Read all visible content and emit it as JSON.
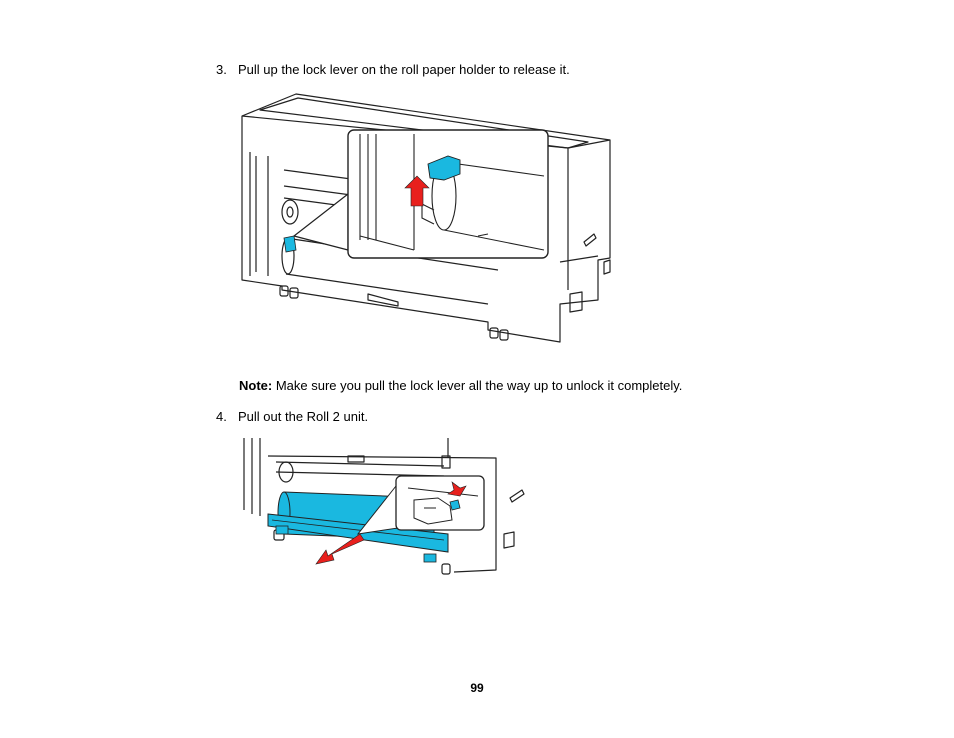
{
  "steps": [
    {
      "number": "3.",
      "text": "Pull up the lock lever on the roll paper holder to release it."
    },
    {
      "number": "4.",
      "text": "Pull out the Roll 2 unit."
    }
  ],
  "note": {
    "label": "Note:",
    "text": " Make sure you pull the lock lever all the way up to unlock it completely."
  },
  "page_number": "99",
  "colors": {
    "highlight": "#1ab8e0",
    "arrow": "#e8201d",
    "line": "#222222"
  },
  "figures": [
    {
      "name": "printer-lock-lever-illustration"
    },
    {
      "name": "printer-roll2-pull-out-illustration"
    }
  ]
}
